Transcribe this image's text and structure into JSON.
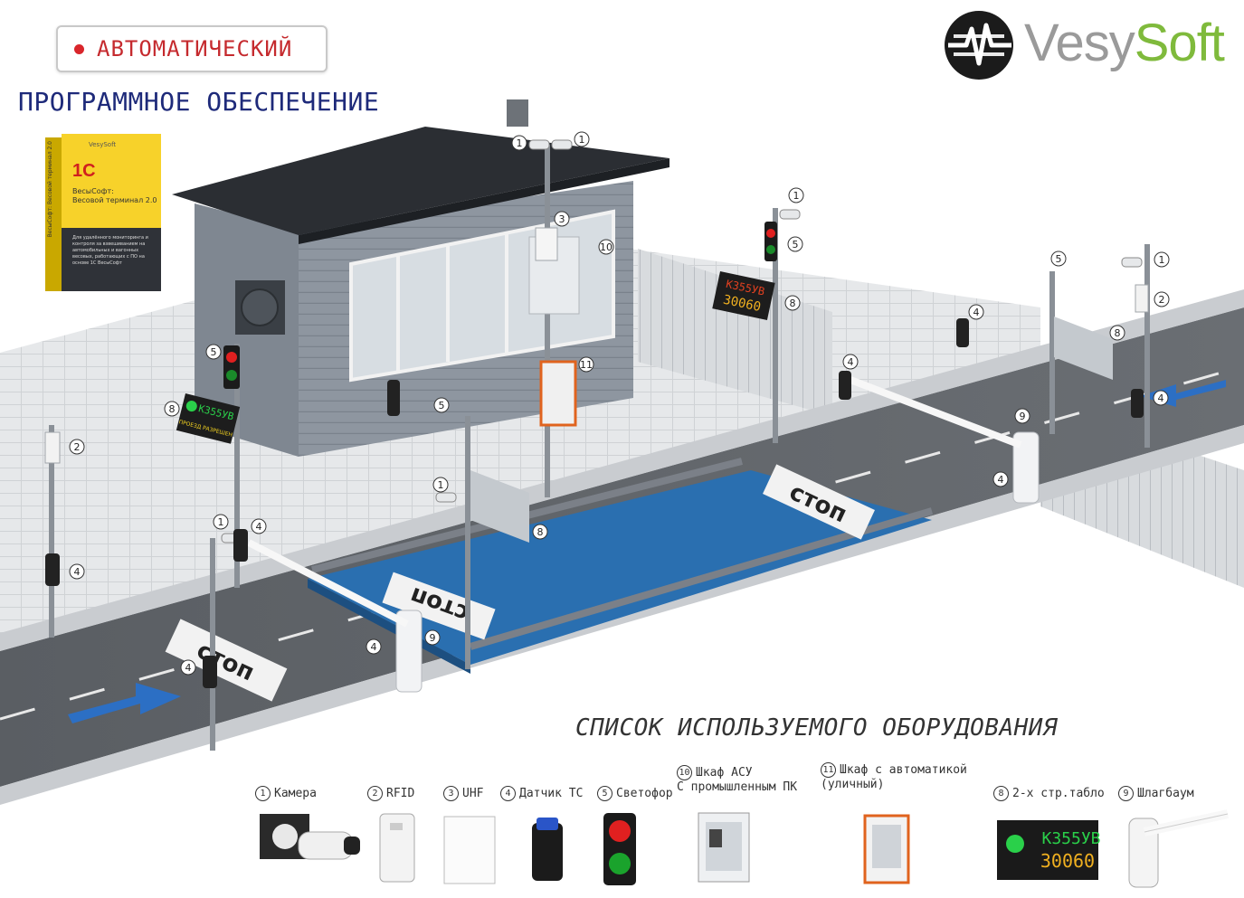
{
  "header": {
    "badge_label": "АВТОМАТИЧЕСКИЙ",
    "subtitle": "ПРОГРАММНОЕ ОБЕСПЕЧЕНИЕ",
    "logo_part1": "Vesy",
    "logo_part2": "Soft"
  },
  "product_box": {
    "brand": "VesySoft",
    "logo_1c": "1С",
    "name_line1": "ВесыСофт:",
    "name_line2": "Весовой терминал 2.0",
    "side_text": "ВесыСофт: Весовой терминал 2.0",
    "description": "Для удалённого мониторинга и контроля за взвешиванием на автомобильных и вагонных весовых, работающих с ПО на основе 1С ВесыСофт"
  },
  "scene": {
    "stop_text": "стоп",
    "display_plate": "К355УВ",
    "display_weight": "30060",
    "display_pass": "ПРОЕЗД РАЗРЕШЕН"
  },
  "list_title": "СПИСОК ИСПОЛЬЗУЕМОГО ОБОРУДОВАНИЯ",
  "equipment": [
    {
      "num": "1",
      "label": "Камера"
    },
    {
      "num": "2",
      "label": "RFID"
    },
    {
      "num": "3",
      "label": "UHF"
    },
    {
      "num": "4",
      "label": "Датчик ТС"
    },
    {
      "num": "5",
      "label": "Светофор"
    },
    {
      "num": "10",
      "label": "Шкаф АСУ",
      "label2": "С промышленным ПК"
    },
    {
      "num": "11",
      "label": "Шкаф с автоматикой",
      "label2": "(уличный)"
    },
    {
      "num": "8",
      "label": "2-х стр.табло"
    },
    {
      "num": "9",
      "label": "Шлагбаум"
    }
  ],
  "legend_display": {
    "plate": "К355УВ",
    "weight": "30060"
  },
  "colors": {
    "accent_red": "#c52a2e",
    "title_blue": "#1e2a7a",
    "platform_blue": "#2a6fb0",
    "logo_green": "#7fba3c"
  }
}
